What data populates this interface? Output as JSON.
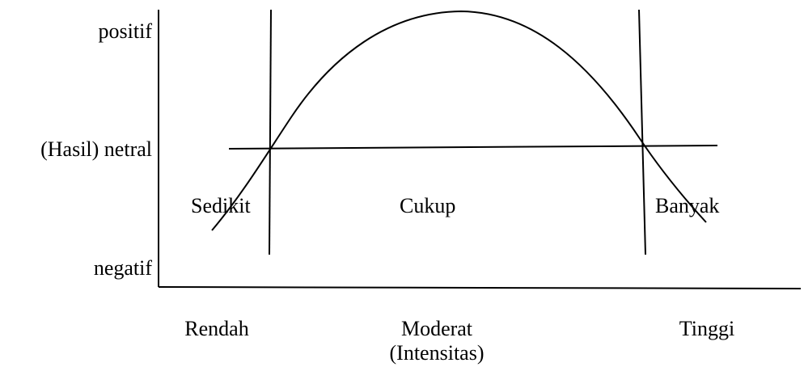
{
  "y_axis": {
    "top_label": "positif",
    "middle_label": "(Hasil) netral",
    "bottom_label": "negatif"
  },
  "x_axis": {
    "low_label": "Rendah",
    "mid_label": "Moderat",
    "axis_title": "(Intensitas)",
    "high_label": "Tinggi"
  },
  "zones": {
    "left": "Sedikit",
    "middle": "Cukup",
    "right": "Banyak"
  },
  "colors": {
    "stroke": "#000000",
    "text": "#000000"
  }
}
